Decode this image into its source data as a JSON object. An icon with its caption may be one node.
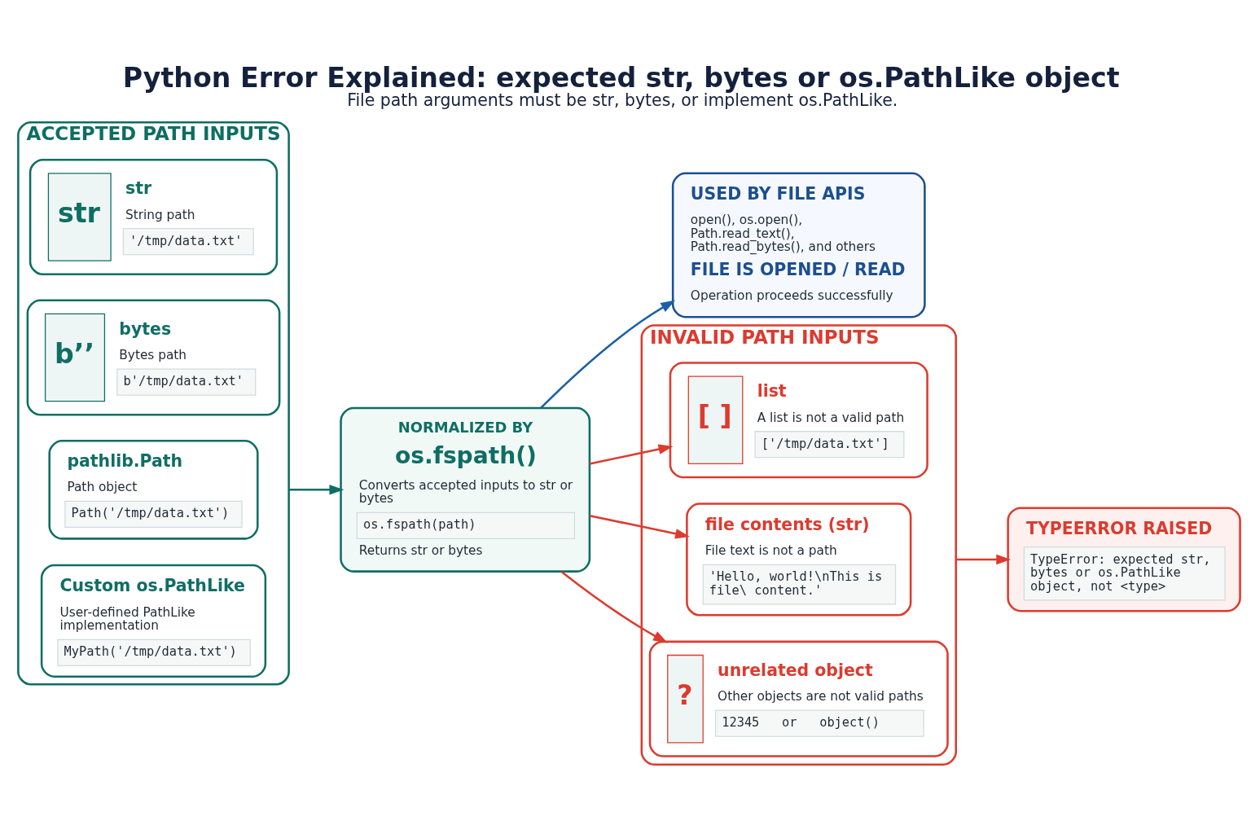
{
  "diagram": {
    "title": "Python Error Explained: expected str, bytes or os.PathLike object",
    "caption": "File path arguments must be str, bytes, or implement os.PathLike.",
    "nodes": [
      {
        "text": [
          "ACCEPTED PATH INPUTS"
        ]
      },
      {
        "text": [
          "str",
          "str",
          "String path",
          "'/tmp/data.txt'"
        ],
        "in": 0
      },
      {
        "text": [
          "b’’",
          "bytes",
          "Bytes path",
          "b'/tmp/data.txt'"
        ],
        "in": 0
      },
      {
        "text": [
          "pathlib.Path",
          "Path object",
          "Path('/tmp/data.txt')"
        ],
        "in": 0
      },
      {
        "text": [
          "Custom os.PathLike",
          "User-defined PathLike implementation",
          "MyPath('/tmp/data.txt')"
        ],
        "in": 0
      },
      {
        "text": [
          "NORMALIZED BY",
          "os.fspath()",
          "Converts accepted inputs to str or bytes",
          "os.fspath(path)",
          "Returns str or bytes"
        ]
      },
      {
        "text": [
          "USED BY FILE APIS",
          "open(), os.open(), Path.read_text(), Path.read_bytes(), and others",
          "FILE IS OPENED / READ",
          "Operation proceeds successfully"
        ]
      },
      {
        "text": [
          "INVALID PATH INPUTS"
        ]
      },
      {
        "text": [
          "[ ]",
          "list",
          "A list is not a valid path",
          "['/tmp/data.txt']"
        ],
        "in": 7
      },
      {
        "text": [
          "file contents (str)",
          "File text is not a path",
          "'Hello, world!\\nThis is file\\ content.'"
        ],
        "in": 7
      },
      {
        "text": [
          "?",
          "unrelated object",
          "Other objects are not valid paths",
          "12345   or   object()"
        ],
        "in": 7
      },
      {
        "text": [
          "TYPEERROR RAISED",
          "TypeError: expected str, bytes or os.PathLike object, not <type>"
        ]
      }
    ],
    "edges": [
      {
        "from": 0,
        "to": 5,
        "arrow": "to",
        "color": "#0f6e63"
      },
      {
        "from": 5,
        "to": 8,
        "arrow": "to",
        "color": "#dc3b2f"
      },
      {
        "from": 5,
        "to": 9,
        "arrow": "to",
        "color": "#dc3b2f"
      },
      {
        "from": 5,
        "to": 10,
        "arrow": "to",
        "color": "#dc3b2f"
      },
      {
        "from": 5,
        "to": 6,
        "arrow": "to",
        "color": "#1d5fa8"
      },
      {
        "from": 7,
        "to": 11,
        "arrow": "to",
        "color": "#dc3b2f"
      }
    ]
  }
}
